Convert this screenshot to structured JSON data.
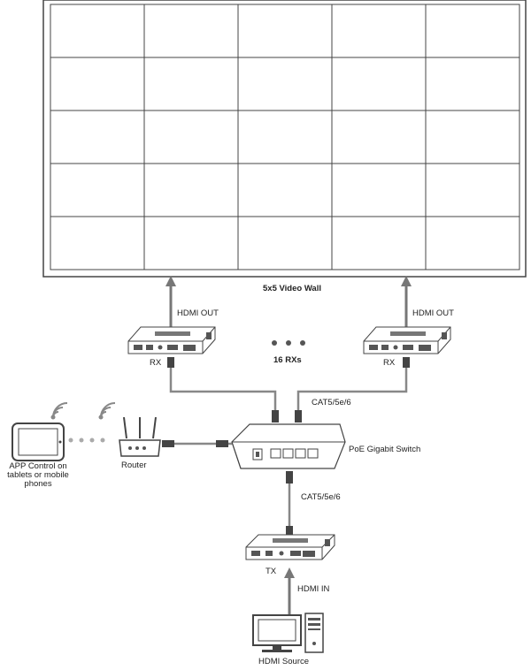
{
  "video_wall": {
    "caption": "5x5 Video Wall",
    "rows": 5,
    "cols": 5
  },
  "left_receiver": {
    "hdmi_label": "HDMI OUT",
    "device_label": "RX"
  },
  "right_receiver": {
    "hdmi_label": "HDMI OUT",
    "device_label": "RX"
  },
  "receivers_count": "16 RXs",
  "switch": {
    "label": "PoE Gigabit Switch",
    "uplink_cable": "CAT5/5e/6",
    "downlink_cable": "CAT5/5e/6"
  },
  "router": {
    "label": "Router"
  },
  "app": {
    "label_lines": [
      "APP Control on",
      "tablets or mobile",
      "phones"
    ]
  },
  "transmitter": {
    "device_label": "TX",
    "input_label": "HDMI IN"
  },
  "source": {
    "label": "HDMI Source"
  },
  "colors": {
    "line": "#333333",
    "cable": "#888888",
    "device": "#444444"
  }
}
